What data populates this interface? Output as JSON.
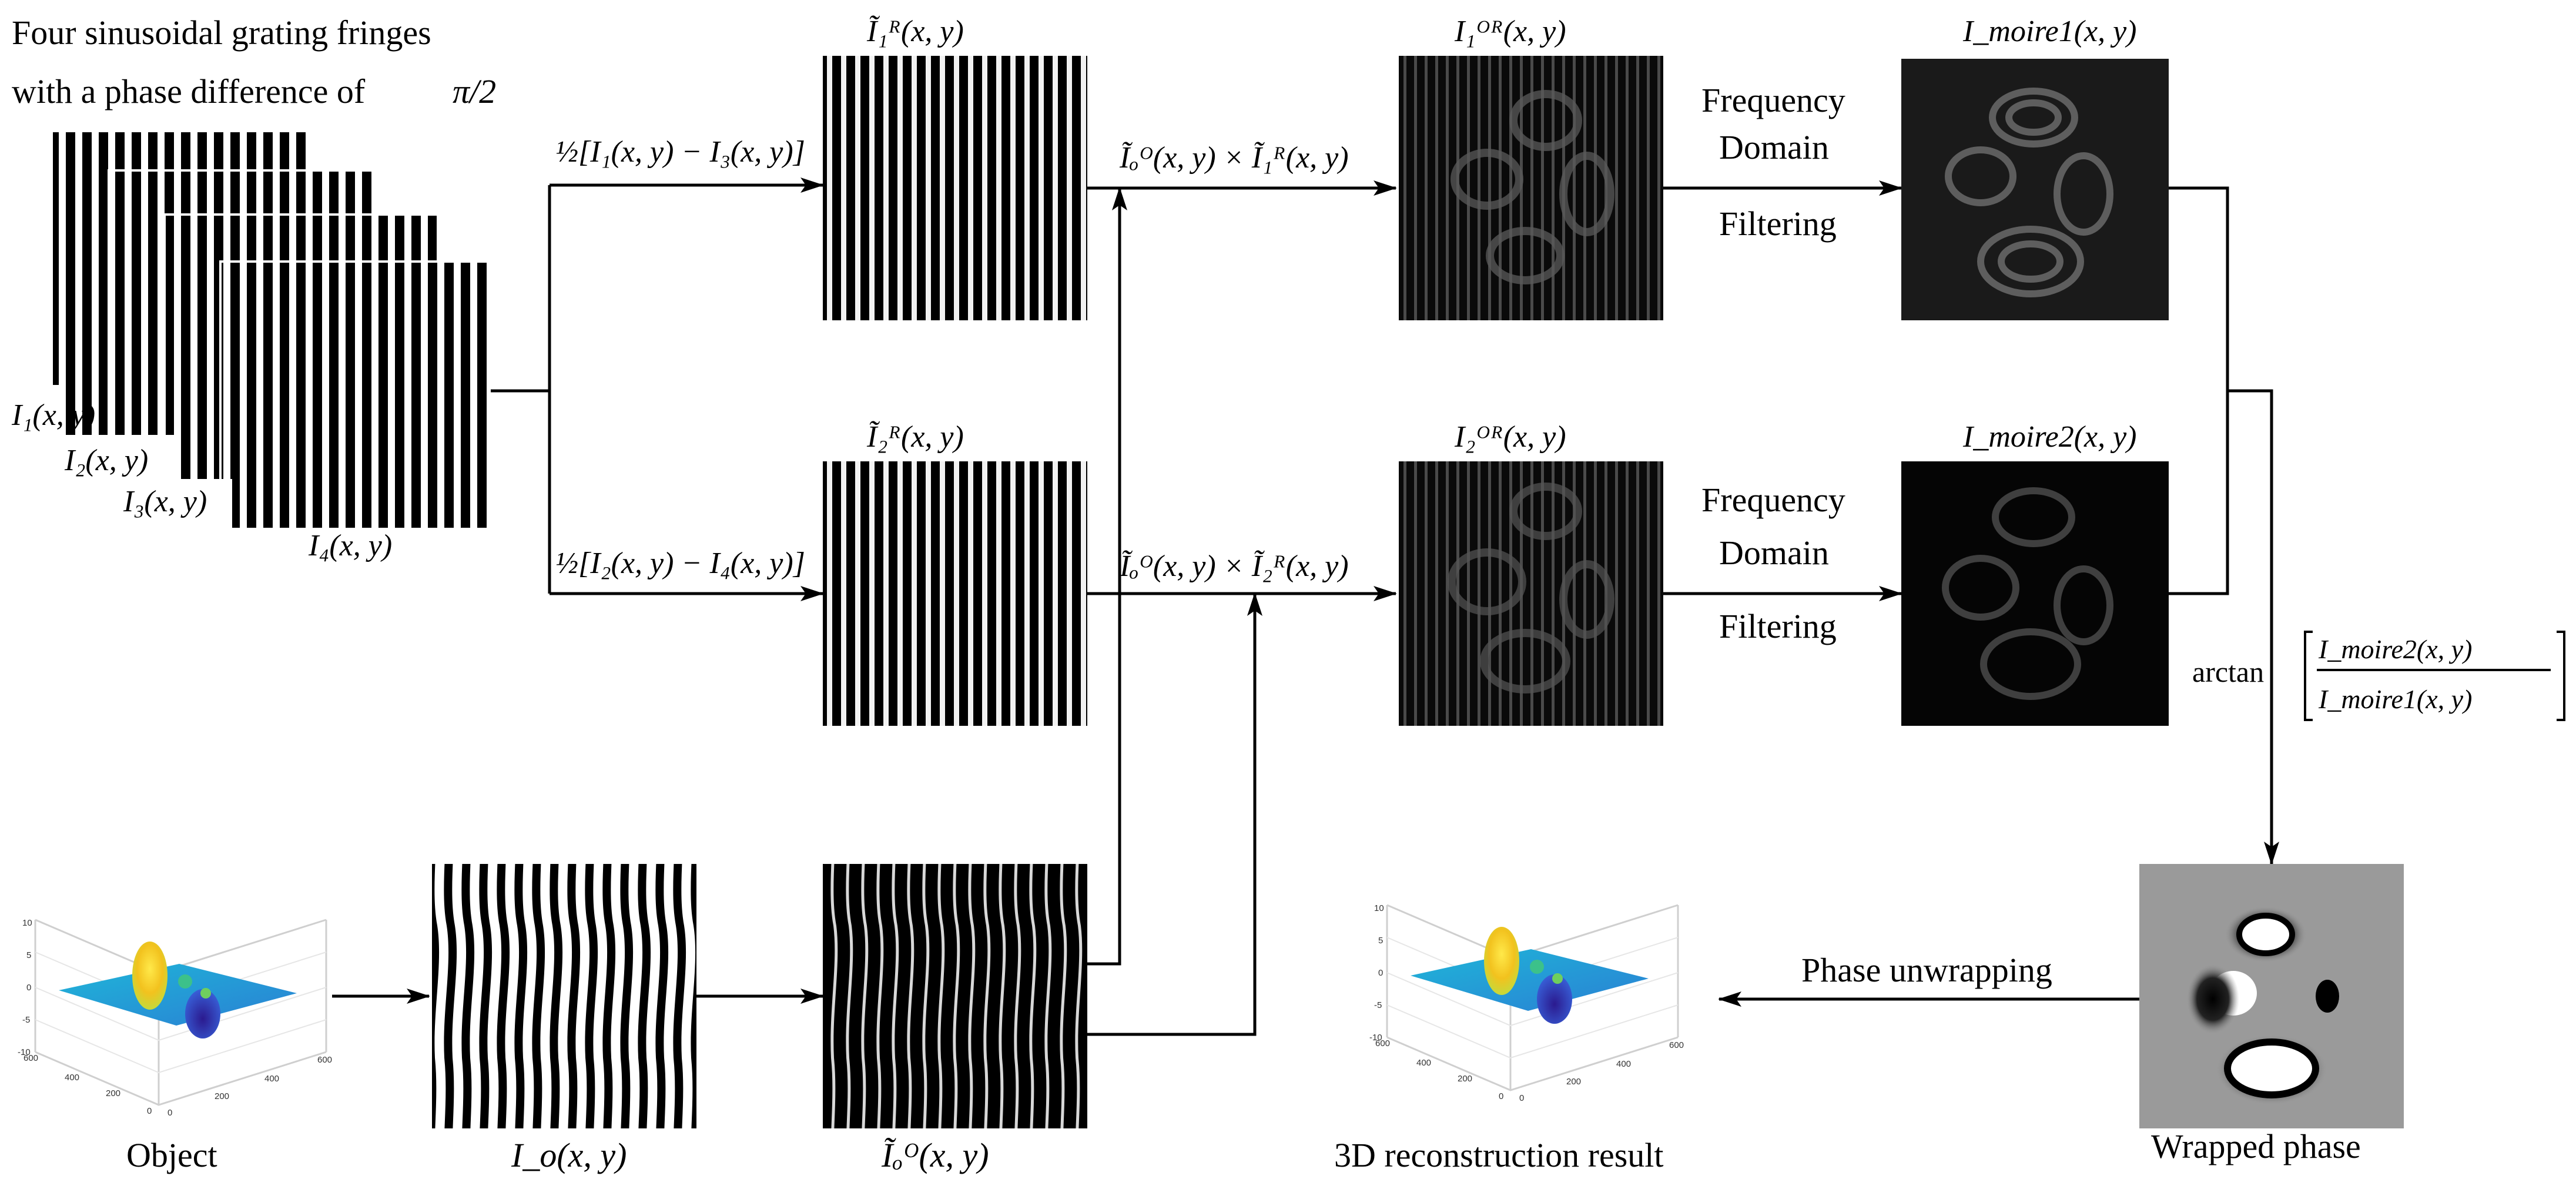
{
  "header": {
    "line1": "Four sinusoidal grating fringes",
    "line2": "with a phase difference of",
    "pi_half": "π/2"
  },
  "inputs": {
    "i1": "I₁(x, y)",
    "i2": "I₂(x, y)",
    "i3": "I₃(x, y)",
    "i4": "I₄(x, y)"
  },
  "ops": {
    "diff_top": "½[I₁(x, y) − I₃(x, y)]",
    "diff_bottom": "½[I₂(x, y) − I₄(x, y)]",
    "mult_top": "Ĩₒᴼ(x, y) × Ĩ₁ᴿ(x, y)",
    "mult_bottom": "Ĩₒᴼ(x, y) × Ĩ₂ᴿ(x, y)",
    "arctan_num": "I_moire2(x, y)",
    "arctan_den": "I_moire1(x, y)",
    "arctan_word": "arctan"
  },
  "panels": {
    "ref1": "Ĩ₁ᴿ(x, y)",
    "ref2": "Ĩ₂ᴿ(x, y)",
    "or1": "I₁ᴼᴿ(x, y)",
    "or2": "I₂ᴼᴿ(x, y)",
    "moire1": "I_moire1(x, y)",
    "moire2": "I_moire2(x, y)",
    "io": "I_o(x, y)",
    "io_tilde": "Ĩₒᴼ(x, y)",
    "object": "Object",
    "recon": "3D reconstruction result",
    "wrapped": "Wrapped phase"
  },
  "filter": {
    "line1": "Frequency",
    "line2": "Domain",
    "line3": "Filtering"
  },
  "unwrap": "Phase unwrapping",
  "plot": {
    "z_ticks": [
      "10",
      "5",
      "0",
      "-5",
      "-10"
    ],
    "x_ticks": [
      "600",
      "400",
      "200",
      "0"
    ],
    "y_ticks": [
      "0",
      "200",
      "400",
      "600"
    ]
  }
}
